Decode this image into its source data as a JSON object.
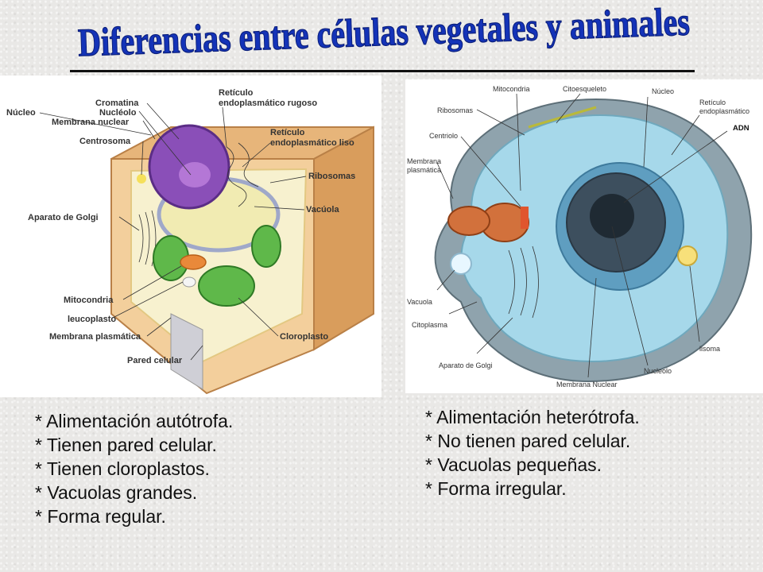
{
  "title": "Diferencias entre células vegetales y animales",
  "plant": {
    "labels": {
      "nucleo": "Núcleo",
      "cromatina": "Cromatina",
      "nucleolo": "Nucléolo",
      "membrana_nuclear": "Membrana nuclear",
      "centrosoma": "Centrosoma",
      "reticulo_rugoso_1": "Retículo",
      "reticulo_rugoso_2": "endoplasmático rugoso",
      "reticulo_liso_1": "Retículo",
      "reticulo_liso_2": "endoplasmático liso",
      "ribosomas": "Ribosomas",
      "vacuola": "Vacúola",
      "golgi": "Aparato de Golgi",
      "mitocondria": "Mitocondria",
      "leucoplasto": "leucoplasto",
      "membrana_plasmatica": "Membrana plasmática",
      "cloroplasto": "Cloroplasto",
      "pared_celular": "Pared celular"
    },
    "traits": [
      "* Alimentación autótrofa.",
      "* Tienen pared celular.",
      "* Tienen cloroplastos.",
      "* Vacuolas grandes.",
      "* Forma regular."
    ]
  },
  "animal": {
    "labels": {
      "mitocondria": "Mitocondria",
      "citoesqueleto": "Citoesqueleto",
      "nucleo": "Núcleo",
      "reticulo_1": "Retículo",
      "reticulo_2": "endoplasmático",
      "ribosomas": "Ribosomas",
      "centriolo": "Centriolo",
      "adn": "ADN",
      "membrana_plasmatica_1": "Membrana",
      "membrana_plasmatica_2": "plasmática",
      "vacuola": "Vacuola",
      "citoplasma": "Citoplasma",
      "golgi": "Aparato de Golgi",
      "membrana_nuclear": "Membrana Nuclear",
      "nucleolo": "Nucleolo",
      "lisoma": "lisoma"
    },
    "traits": [
      "* Alimentación heterótrofa.",
      "* No tienen pared celular.",
      "* Vacuolas pequeñas.",
      "* Forma irregular."
    ]
  }
}
